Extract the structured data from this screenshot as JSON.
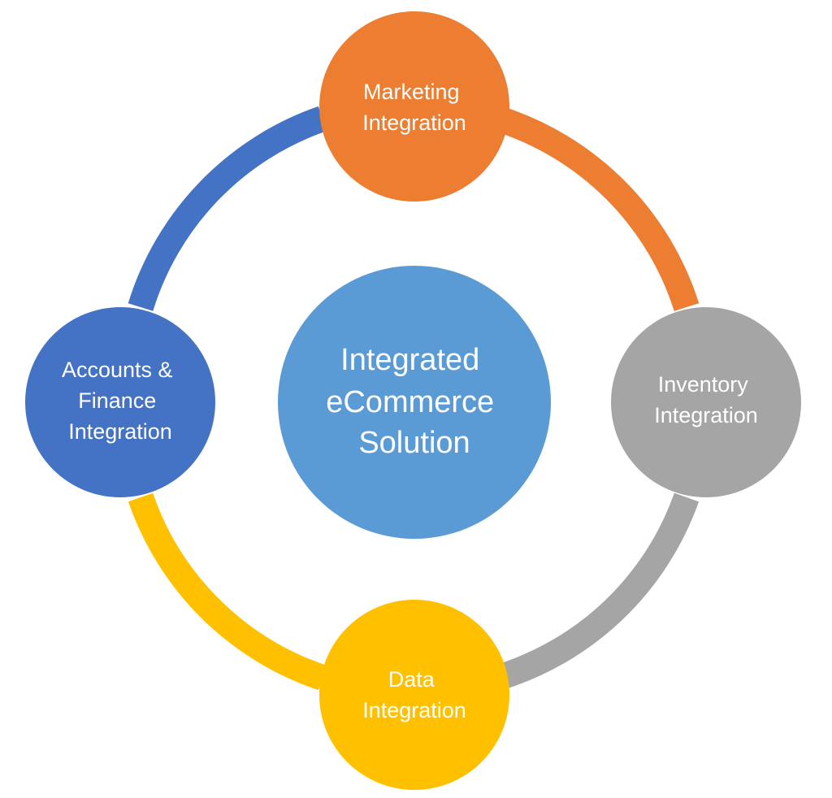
{
  "center": {
    "lines": [
      "Integrated",
      "eCommerce",
      "Solution"
    ],
    "color": "#5B9BD5"
  },
  "nodes": [
    {
      "id": "marketing",
      "lines": [
        "Marketing",
        "Integration"
      ],
      "color": "#ED7D31"
    },
    {
      "id": "inventory",
      "lines": [
        "Inventory",
        "Integration"
      ],
      "color": "#A5A5A5"
    },
    {
      "id": "data",
      "lines": [
        "Data",
        "Integration"
      ],
      "color": "#FFC000"
    },
    {
      "id": "accounts",
      "lines": [
        "Accounts &",
        "Finance",
        "Integration"
      ],
      "color": "#4472C4"
    }
  ],
  "ring_colors": {
    "marketing_to_inventory": "#ED7D31",
    "inventory_to_data": "#A5A5A5",
    "data_to_accounts": "#FFC000",
    "accounts_to_marketing": "#4472C4"
  }
}
